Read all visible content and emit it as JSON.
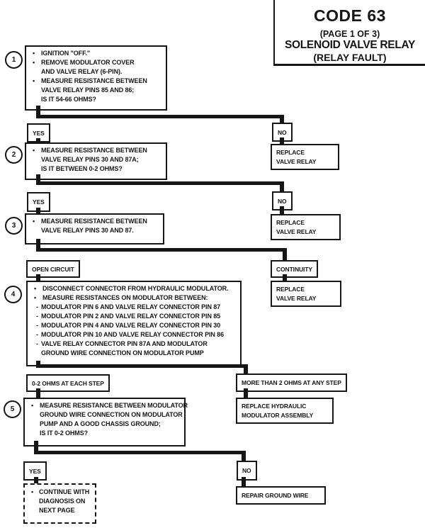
{
  "title": {
    "code": "CODE 63",
    "page": "(PAGE 1 OF 3)",
    "name": "SOLENOID VALVE RELAY",
    "fault": "(RELAY FAULT)"
  },
  "steps": [
    {
      "num": "1",
      "lines": [
        "IGNITION \"OFF.\"",
        "REMOVE MODULATOR COVER",
        "AND VALVE RELAY (6-PIN).",
        "MEASURE RESISTANCE BETWEEN",
        "VALVE RELAY PINS 85 AND 86;",
        "IS IT 54-66 OHMS?"
      ]
    },
    {
      "num": "2",
      "lines": [
        "MEASURE RESISTANCE BETWEEN",
        "VALVE RELAY PINS 30 AND 87A;",
        "IS IT BETWEEN 0-2 OHMS?"
      ]
    },
    {
      "num": "3",
      "lines": [
        "MEASURE RESISTANCE BETWEEN",
        "VALVE RELAY PINS 30 AND 87."
      ]
    },
    {
      "num": "4",
      "lines": [
        "DISCONNECT CONNECTOR FROM HYDRAULIC MODULATOR.",
        "MEASURE RESISTANCES ON MODULATOR BETWEEN:",
        "MODULATOR PIN 6 AND VALVE RELAY CONNECTOR PIN 87",
        "MODULATOR PIN 2 AND VALVE RELAY CONNECTOR PIN 85",
        "MODULATOR PIN 4 AND VALVE RELAY CONNECTOR PIN 30",
        "MODULATOR PIN 10 AND VALVE RELAY CONNECTOR PIN 86",
        "VALVE RELAY CONNECTOR PIN 87A AND MODULATOR",
        "GROUND WIRE CONNECTION ON MODULATOR PUMP"
      ]
    },
    {
      "num": "5",
      "lines": [
        "MEASURE RESISTANCE BETWEEN MODULATOR",
        "GROUND WIRE CONNECTION ON MODULATOR",
        "PUMP AND A GOOD CHASSIS GROUND;",
        "IS IT 0-2 OHMS?"
      ]
    }
  ],
  "branch_rows": [
    {
      "left": "YES",
      "right": "NO"
    },
    {
      "left": "YES",
      "right": "NO"
    },
    {
      "left": "OPEN CIRCUIT",
      "right": "CONTINUITY"
    },
    {
      "left": "0-2 OHMS AT EACH STEP",
      "right": "MORE THAN 2 OHMS AT ANY STEP"
    },
    {
      "left": "YES",
      "right": "NO"
    }
  ],
  "actions": {
    "replace_valve_relay_1": [
      "REPLACE",
      "VALVE RELAY"
    ],
    "replace_valve_relay_2": [
      "REPLACE",
      "VALVE RELAY"
    ],
    "replace_valve_relay_3": [
      "REPLACE",
      "VALVE RELAY"
    ],
    "replace_hydraulic_modulator": [
      "REPLACE HYDRAULIC",
      "MODULATOR ASSEMBLY"
    ],
    "repair_ground_wire": [
      "REPAIR GROUND WIRE"
    ],
    "continue_diagnosis": [
      "CONTINUE WITH",
      "DIAGNOSIS ON",
      "NEXT PAGE"
    ]
  },
  "colors": {
    "ink": "#161616",
    "paper": "#ffffff"
  }
}
